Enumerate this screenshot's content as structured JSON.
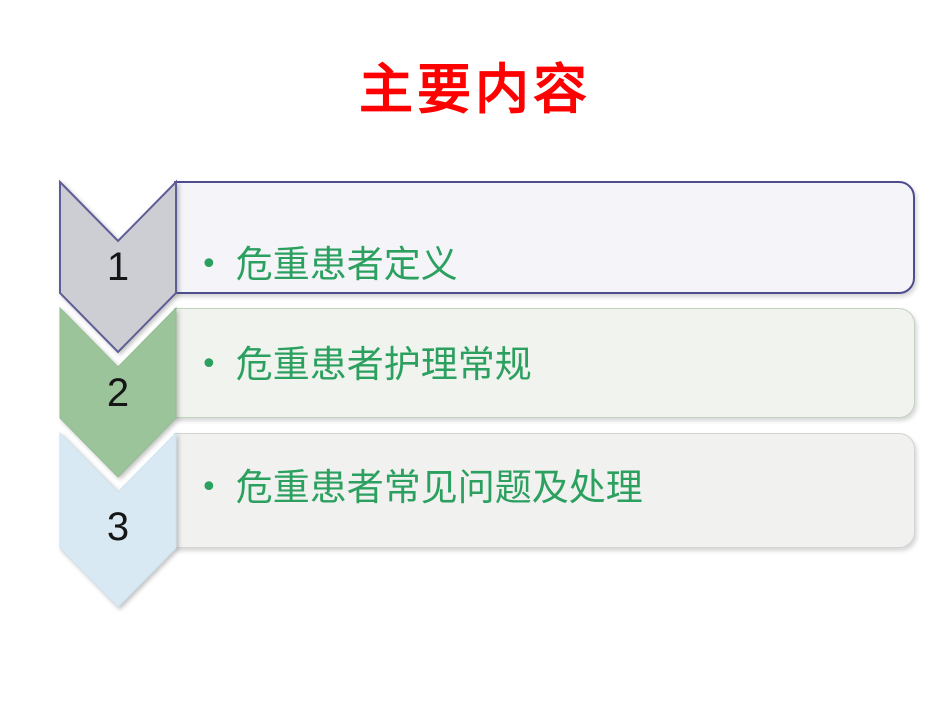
{
  "slide": {
    "title": "主要内容",
    "title_color": "#ff0000",
    "text_color": "#2ba05f",
    "number_color": "#161616",
    "bullet_char": "•",
    "items": [
      {
        "number": "1",
        "label": "危重患者定义",
        "arrow_fill": "#cdced4",
        "arrow_stroke": "#5e5e96",
        "bar_bg": "#f4f4f9",
        "bar_border": "#4e4e8e"
      },
      {
        "number": "2",
        "label": "危重患者护理常规",
        "arrow_fill": "#9cc49b",
        "arrow_stroke": "#94bd93",
        "bar_bg": "#f0f3ee",
        "bar_border": "#c2d4bf"
      },
      {
        "number": "3",
        "label": "危重患者常见问题及处理",
        "arrow_fill": "#d9e9f3",
        "arrow_stroke": "#cfe3ef",
        "bar_bg": "#f1f1f0",
        "bar_border": "#d4d4d3"
      }
    ]
  }
}
